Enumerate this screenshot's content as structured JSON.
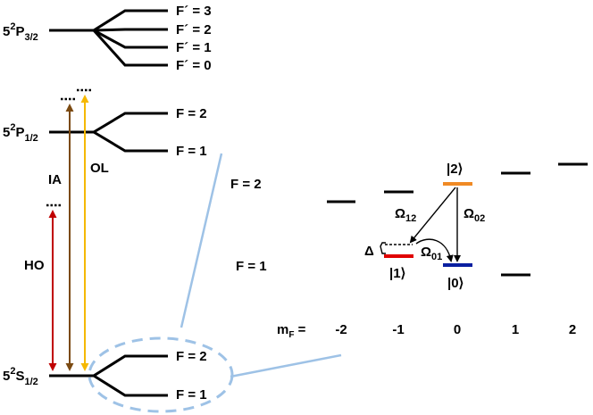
{
  "diagram": {
    "hyperfine": {
      "p32": {
        "main": "5",
        "sup": "2",
        "base": "P",
        "sub": "3/2",
        "levels": [
          "F´ = 3",
          "F´ = 2",
          "F´ = 1",
          "F´ = 0"
        ]
      },
      "p12": {
        "main": "5",
        "sup": "2",
        "base": "P",
        "sub": "1/2",
        "levels": [
          "F = 2",
          "F = 1"
        ]
      },
      "s12": {
        "main": "5",
        "sup": "2",
        "base": "S",
        "sub": "1/2",
        "levels": [
          "F = 2",
          "F = 1"
        ]
      }
    },
    "lasers": [
      {
        "label": "HO",
        "color": "#c00000"
      },
      {
        "label": "IA",
        "color": "#7b4a12"
      },
      {
        "label": "OL",
        "color": "#f5b800"
      }
    ],
    "zeeman": {
      "f2_label": "F = 2",
      "f1_label": "F = 1",
      "mf_label": "m",
      "mf_sub": "F",
      "mf_suffix": " =",
      "mf_values": [
        "-2",
        "-1",
        "0",
        "1",
        "2"
      ],
      "states": {
        "s2": {
          "text": "|2⟩",
          "color": "#f08a24"
        },
        "s1": {
          "text": "|1⟩",
          "color": "#e00000"
        },
        "s0": {
          "text": "|0⟩",
          "color": "#0a1fa0"
        }
      },
      "couplings": {
        "o12": {
          "base": "Ω",
          "sub": "12"
        },
        "o02": {
          "base": "Ω",
          "sub": "02"
        },
        "o01": {
          "base": "Ω",
          "sub": "01"
        }
      },
      "detuning": "Δ"
    },
    "colors": {
      "zoom": "#9ec2e6",
      "black": "#000000"
    }
  }
}
